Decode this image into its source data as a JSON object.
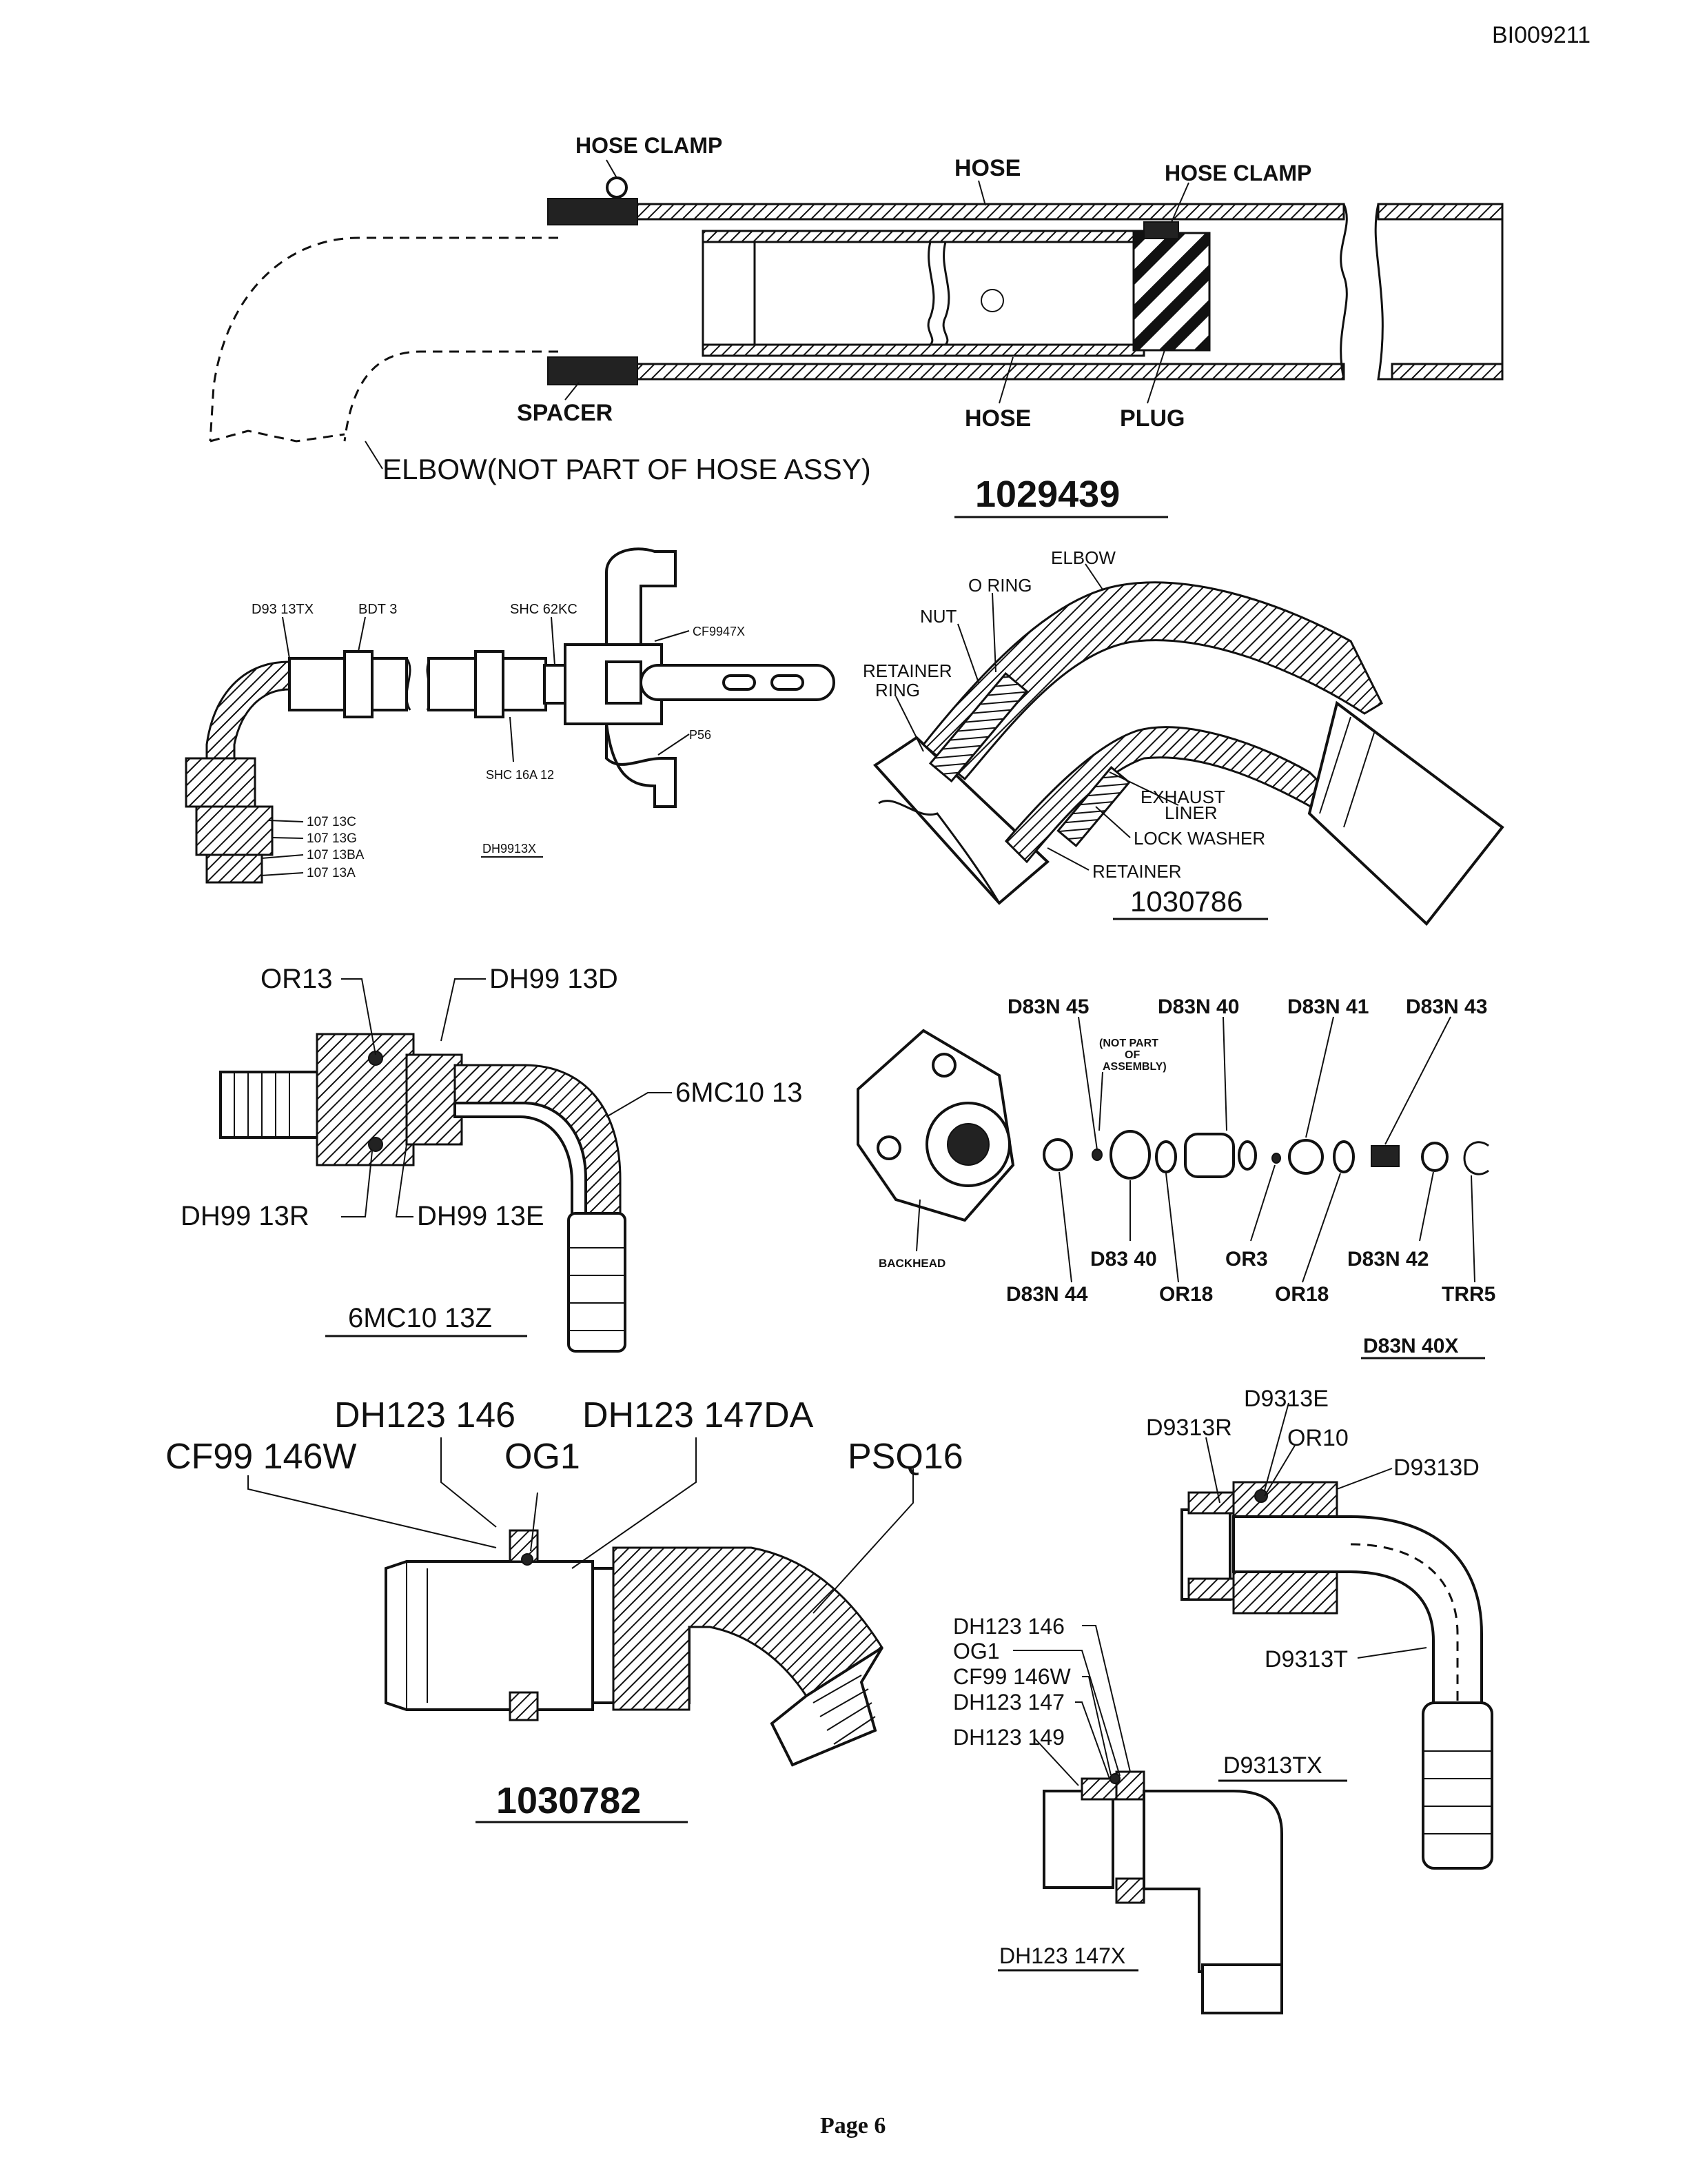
{
  "doc_id": "BI009211",
  "page_label": "Page 6",
  "fig1": {
    "number": "1029439",
    "labels": {
      "hose_clamp_left": "HOSE CLAMP",
      "hose_top": "HOSE",
      "hose_clamp_right": "HOSE CLAMP",
      "spacer": "SPACER",
      "hose_bottom": "HOSE",
      "plug": "PLUG",
      "elbow_note": "ELBOW(NOT PART OF HOSE ASSY)"
    }
  },
  "fig2": {
    "number": "DH9913X",
    "labels": {
      "d93_13tx": "D93 13TX",
      "bdt3": "BDT 3",
      "shc62kc": "SHC 62KC",
      "cf9947x": "CF9947X",
      "p56": "P56",
      "shc16a12": "SHC 16A 12",
      "p107_13c": "107 13C",
      "p107_13g": "107 13G",
      "p107_13ba": "107 13BA",
      "p107_13a": "107 13A"
    }
  },
  "fig3": {
    "number": "1030786",
    "labels": {
      "elbow": "ELBOW",
      "o_ring": "O RING",
      "nut": "NUT",
      "retainer_ring_1": "RETAINER",
      "retainer_ring_2": "RING",
      "exhaust_liner_1": "EXHAUST",
      "exhaust_liner_2": "LINER",
      "lock_washer": "LOCK WASHER",
      "retainer": "RETAINER"
    }
  },
  "fig4": {
    "number": "6MC10 13Z",
    "labels": {
      "or13": "OR13",
      "dh99_13d": "DH99 13D",
      "mc10_13": "6MC10 13",
      "dh99_13r": "DH99 13R",
      "dh99_13e": "DH99 13E"
    }
  },
  "fig5": {
    "number": "D83N 40X",
    "labels": {
      "d83n45": "D83N 45",
      "d83n40": "D83N 40",
      "d83n41": "D83N 41",
      "d83n43": "D83N 43",
      "not_part_1": "(NOT PART",
      "not_part_2": "OF",
      "not_part_3": "ASSEMBLY)",
      "backhead": "BACKHEAD",
      "d83_40": "D83 40",
      "or3": "OR3",
      "d83n42": "D83N 42",
      "d83n44": "D83N 44",
      "or18_a": "OR18",
      "or18_b": "OR18",
      "trr5": "TRR5"
    }
  },
  "fig6": {
    "number": "1030782",
    "labels": {
      "dh123_146": "DH123 146",
      "dh123_147da": "DH123 147DA",
      "cf99_146w": "CF99 146W",
      "og1": "OG1",
      "psq16": "PSQ16"
    }
  },
  "fig7": {
    "number": "D9313TX",
    "labels": {
      "d9313e": "D9313E",
      "d9313r": "D9313R",
      "or10": "OR10",
      "d9313d": "D9313D",
      "d9313t": "D9313T"
    }
  },
  "fig8": {
    "number": "DH123 147X",
    "labels": {
      "dh123_146": "DH123 146",
      "og1": "OG1",
      "cf99_146w": "CF99 146W",
      "dh123_147": "DH123 147",
      "dh123_149": "DH123 149"
    }
  }
}
